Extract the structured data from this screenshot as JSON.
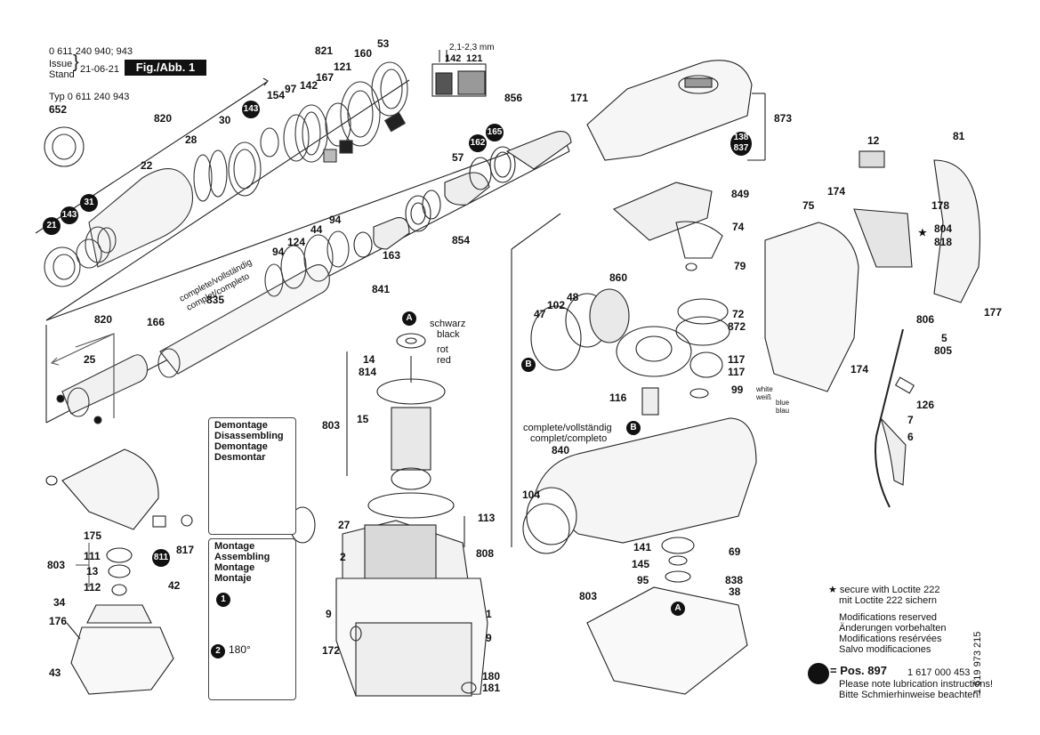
{
  "header": {
    "part_numbers": "0 611 240 940; 943",
    "issue_label": "Issue",
    "stand_label": "Stand",
    "issue_date": "21-06-21",
    "figure_label": "Fig./Abb. 1",
    "type_label": "Typ 0 611 240 943",
    "dim_label": "2,1-2,3 mm"
  },
  "labels": {
    "l652": "652",
    "l820a": "820",
    "l30": "30",
    "l28": "28",
    "l22": "22",
    "l821": "821",
    "l160": "160",
    "l53": "53",
    "l121a": "121",
    "l167": "167",
    "l97": "97",
    "l142a": "142",
    "l154": "154",
    "l142b": "142",
    "l121b": "121",
    "l856": "856",
    "l57": "57",
    "l854": "854",
    "l163": "163",
    "l841": "841",
    "l94a": "94",
    "l44": "44",
    "l124": "124",
    "l94b": "94",
    "l835": "835",
    "l820b": "820",
    "l166": "166",
    "l25": "25",
    "l171": "171",
    "l873": "873",
    "l849": "849",
    "l74": "74",
    "l79": "79",
    "l12": "12",
    "l81": "81",
    "l174a": "174",
    "l75": "75",
    "l178": "178",
    "l804": "804",
    "l818": "818",
    "l177": "177",
    "l806": "806",
    "l5": "5",
    "l805": "805",
    "l174b": "174",
    "l126": "126",
    "l7": "7",
    "l6": "6",
    "l860": "860",
    "l102": "102",
    "l48": "48",
    "l47": "47",
    "l72": "72",
    "l872": "872",
    "l117a": "117",
    "l117b": "117",
    "l99": "99",
    "l116": "116",
    "l840": "840",
    "l104": "104",
    "l69": "69",
    "l141": "141",
    "l145": "145",
    "l95": "95",
    "l838": "838",
    "l38": "38",
    "l803c": "803",
    "l14": "14",
    "l814": "814",
    "l803b": "803",
    "l15": "15",
    "l27": "27",
    "l113": "113",
    "l2": "2",
    "l808": "808",
    "l9a": "9",
    "l1": "1",
    "l9b": "9",
    "l172": "172",
    "l180": "180",
    "l181": "181",
    "l175": "175",
    "l817": "817",
    "l803a": "803",
    "l111": "111",
    "l13": "13",
    "l112": "112",
    "l42": "42",
    "l34": "34",
    "l176": "176",
    "l43": "43"
  },
  "small_text": {
    "schwarz": "schwarz",
    "black": "black",
    "rot": "rot",
    "red": "red",
    "white": "white",
    "weiss": "weiß",
    "blue": "blue",
    "blau": "blau",
    "complete1": "complete/vollständig",
    "complete2": "complet/completo",
    "complete3": "complete/vollständig",
    "complete4": "complet/completo",
    "angle": "180°"
  },
  "bubbles": {
    "b21": "21",
    "b143a": "143",
    "b31": "31",
    "b143b": "143",
    "b162": "162",
    "b165": "165",
    "b811": "811",
    "b138": "138",
    "b837": "837",
    "bA1": "A",
    "bA2": "A",
    "bB1": "B",
    "bB2": "B",
    "bstep1": "1",
    "bstep2": "2"
  },
  "panels": {
    "demontage": [
      "Demontage",
      "Disassembling",
      "Demontage",
      "Desmontar"
    ],
    "montage": [
      "Montage",
      "Assembling",
      "Montage",
      "Montaje"
    ]
  },
  "notes": {
    "loctite_1": "secure with Loctite 222",
    "loctite_2": "mit Loctite 222 sichern",
    "mod_1": "Modifications reserved",
    "mod_2": "Änderungen vorbehalten",
    "mod_3": "Modifications resérvées",
    "mod_4": "Salvo modificaciones",
    "pos_label": "= Pos. 897",
    "pos_number": "1 617 000 453",
    "lube_1": "Please note lubrication instructions!",
    "lube_2": "Bitte Schmierhinweise beachten!",
    "doc_number": "1 619 973 215"
  }
}
